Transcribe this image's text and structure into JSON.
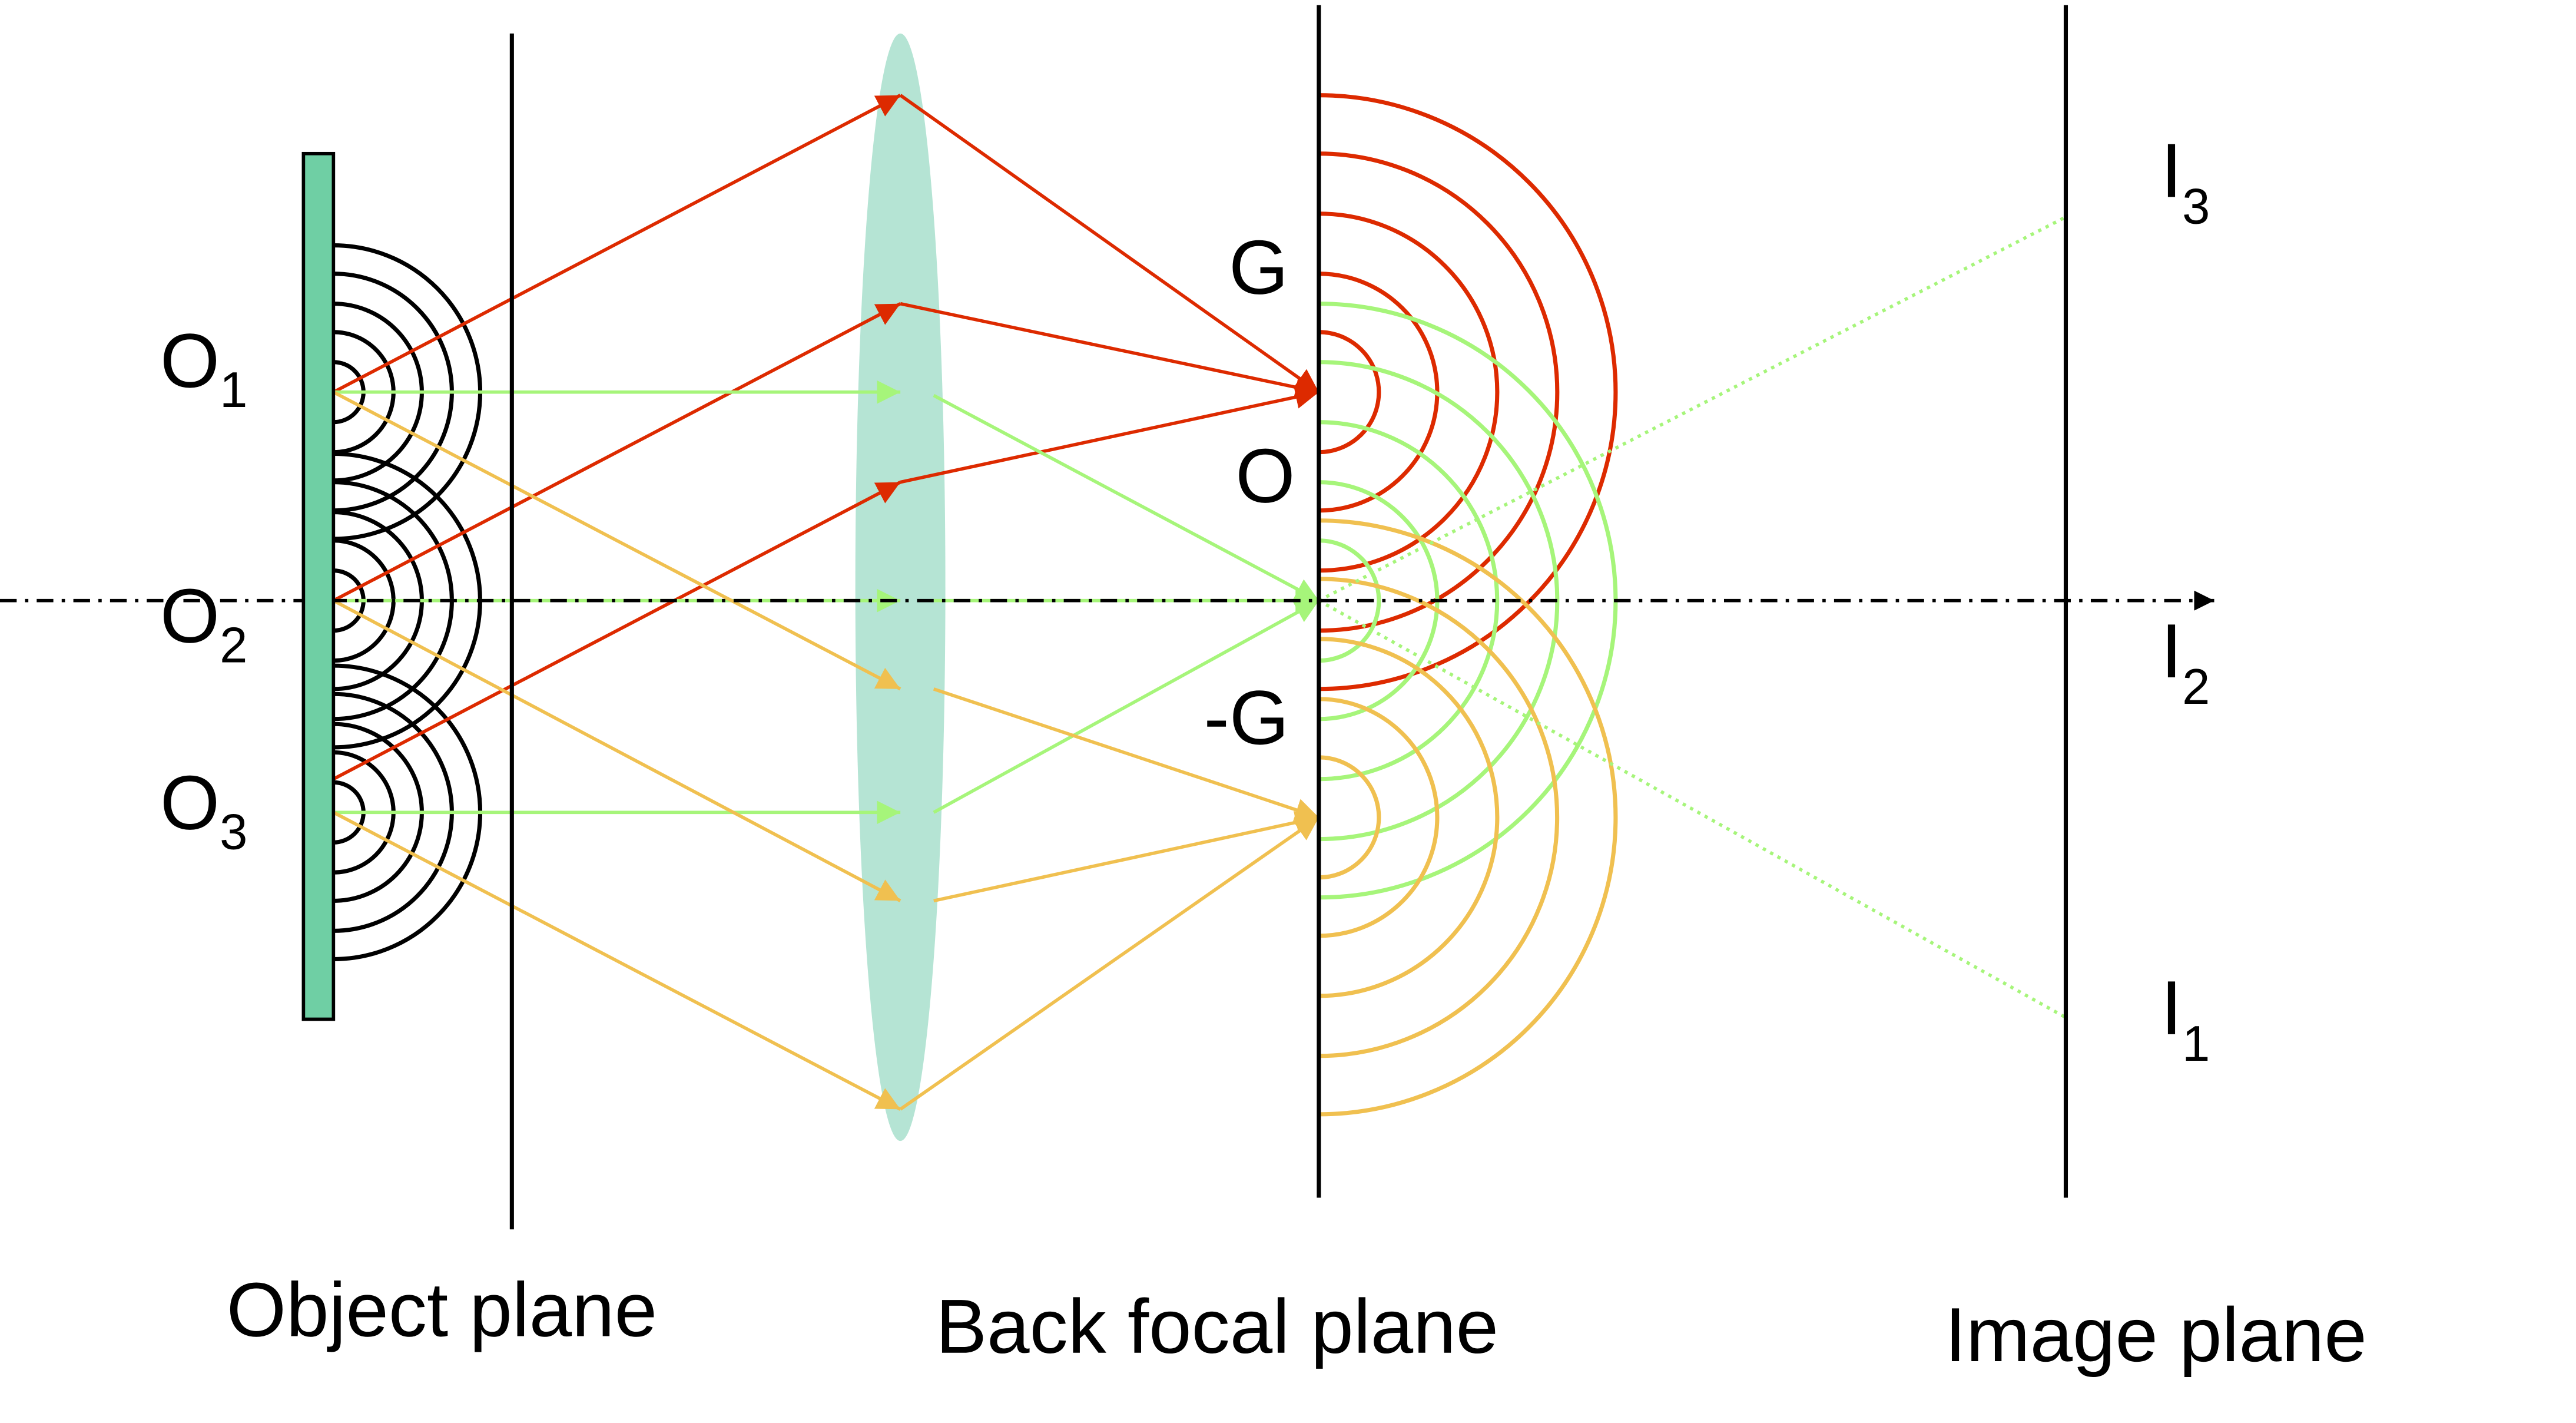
{
  "colors": {
    "red": "#dd2a00",
    "green": "#a6f57a",
    "yellow": "#f0c050",
    "plate": "#6fcfa4",
    "lens": "#b5e4d4"
  },
  "sources": [
    {
      "main": "O",
      "sub": "1"
    },
    {
      "main": "O",
      "sub": "2"
    },
    {
      "main": "O",
      "sub": "3"
    }
  ],
  "bfp_labels": {
    "g": "G",
    "o": "O",
    "neg_g": "-G"
  },
  "images": [
    {
      "main": "I",
      "sub": "3"
    },
    {
      "main": "I",
      "sub": "2"
    },
    {
      "main": "I",
      "sub": "1"
    }
  ],
  "planes": {
    "object": "Object plane",
    "bfp": "Back focal plane",
    "image": "Image plane"
  }
}
